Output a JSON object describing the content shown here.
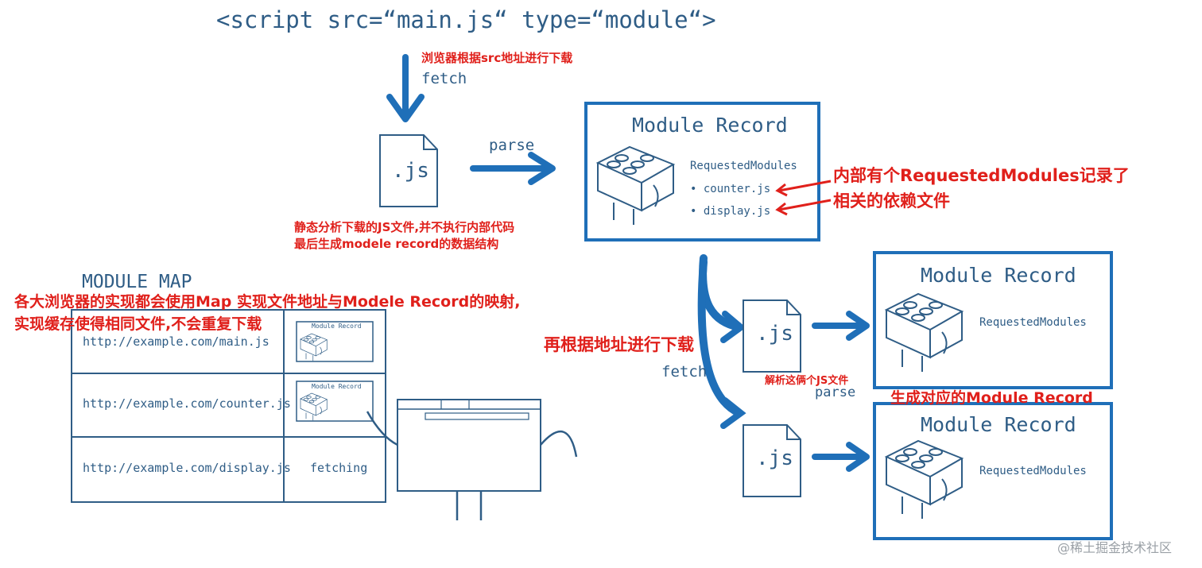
{
  "script_tag": "<script  src=“main.js“  type=“module“>",
  "fetch_top": "fetch",
  "parse_top": "parse",
  "js_label": ".js",
  "module_record_title": "Module Record",
  "requested_modules": "RequestedModules",
  "dep_counter": "• counter.js",
  "dep_display": "• display.js",
  "module_map_title": "MODULE  MAP",
  "map_rows": [
    {
      "url": "http://example.com/main.js",
      "status": ""
    },
    {
      "url": "http://example.com/counter.js",
      "status": ""
    },
    {
      "url": "http://example.com/display.js",
      "status": "fetching"
    }
  ],
  "mini_record_title": "Module Record",
  "fetch_bottom": "fetch",
  "parse_bottom": "parse",
  "annotations": {
    "download_by_src": "浏览器根据src地址进行下载",
    "static_analysis_line1": "静态分析下载的JS文件,并不执行内部代码",
    "static_analysis_line2": "最后生成modele record的数据结构",
    "requested_line1": "内部有个RequestedModules记录了",
    "requested_line2": "相关的依赖文件",
    "module_map_line1": "各大浏览器的实现都会使用Map 实现文件地址与Modele Record的映射,",
    "module_map_line2": "实现缓存使得相同文件,不会重复下载",
    "download_again": "再根据地址进行下载",
    "parse_two": "解析这俩个JS文件",
    "generate_record": "生成对应的Module Record"
  },
  "watermark": "@稀土掘金技术社区",
  "colors": {
    "stroke": "#2f5d86",
    "arrow": "#1f6fb8",
    "annotation": "#e0201b"
  }
}
